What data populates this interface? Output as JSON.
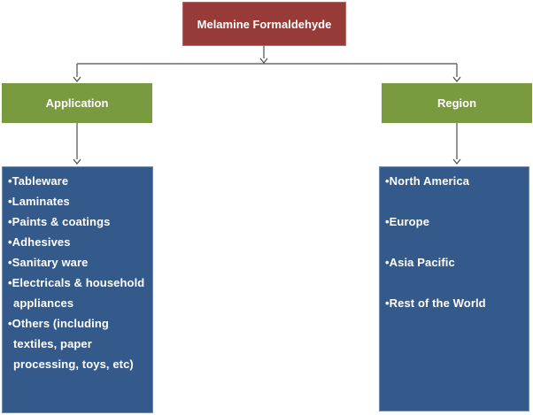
{
  "title": "Melamine Formaldehyde",
  "branches": [
    {
      "label": "Application",
      "items": [
        "Tableware",
        "Laminates",
        "Paints & coatings",
        "Adhesives",
        "Sanitary ware",
        "Electricals & household appliances",
        "Others (including textiles, paper processing, toys, etc)"
      ]
    },
    {
      "label": "Region",
      "items": [
        "North America",
        "Europe",
        "Asia Pacific",
        "Rest of the World"
      ]
    }
  ],
  "colors": {
    "root_box": "#963B38",
    "branch_box": "#7A9A40",
    "panel_box": "#345A8C",
    "connector": "#4D4D4D",
    "text": "#FFFFFF",
    "background": "#FFFFFF"
  }
}
